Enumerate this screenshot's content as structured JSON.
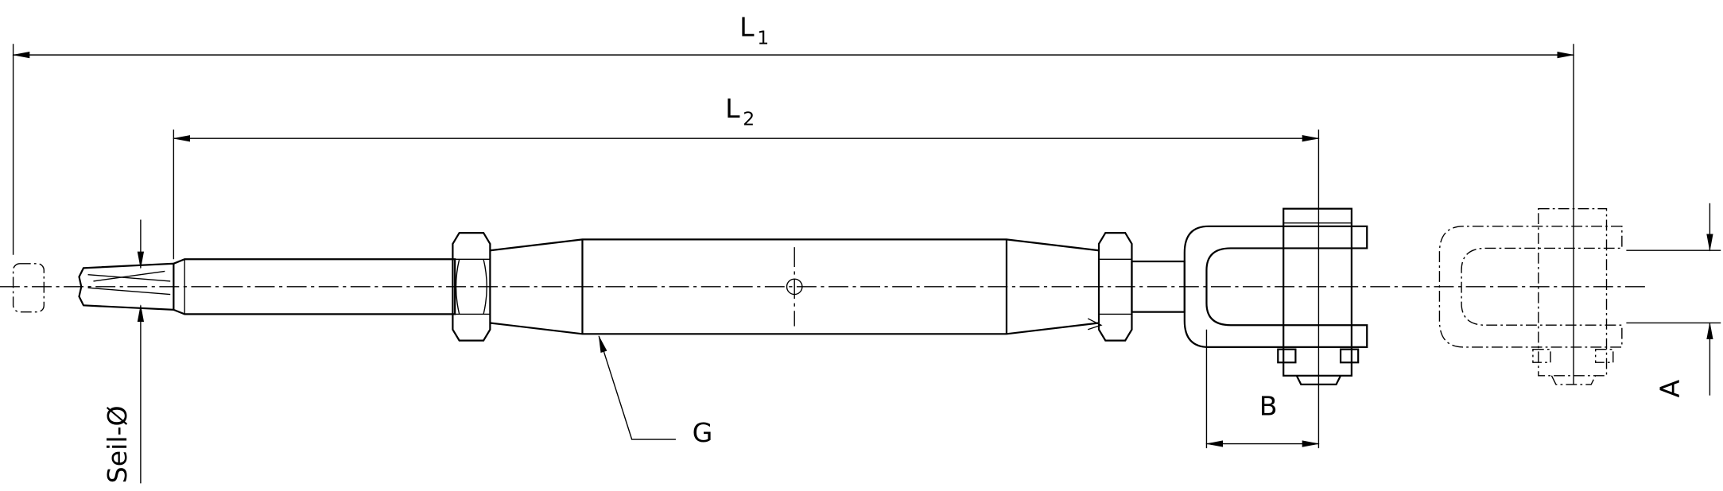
{
  "labels": {
    "l1": "L",
    "l1_sub": "1",
    "l2": "L",
    "l2_sub": "2",
    "rope_diameter": "Seil-Ø",
    "thread": "G",
    "fork_width": "B",
    "fork_gap": "A"
  }
}
